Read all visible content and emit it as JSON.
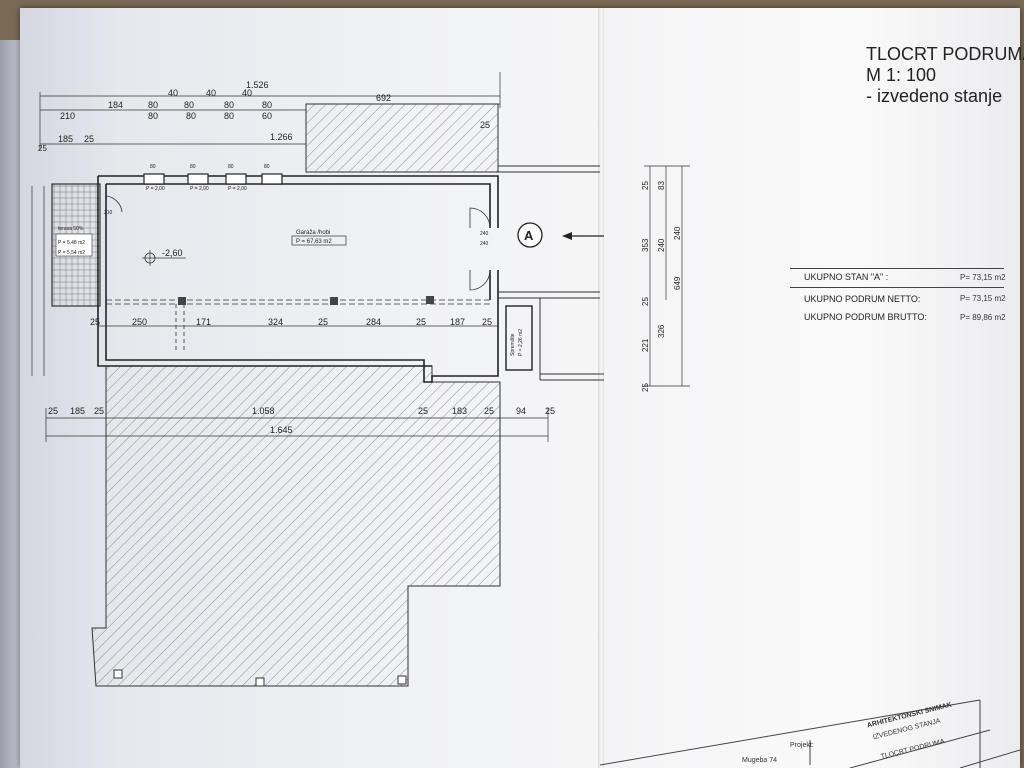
{
  "title": {
    "line1": "TLOCRT PODRUMA",
    "line2": "M 1: 100",
    "line3": "- izvedeno stanje"
  },
  "summary": [
    {
      "label": "UKUPNO STAN \"A\" :",
      "value": "P= 73,15 m2"
    },
    {
      "label": "UKUPNO PODRUM NETTO:",
      "value": "P= 73,15 m2"
    },
    {
      "label": "UKUPNO PODRUM BRUTTO:",
      "value": "P= 89,86 m2"
    }
  ],
  "dims": {
    "top_total": "1.526",
    "top_692": "692",
    "top_row": [
      "210",
      "184",
      "80",
      "40",
      "80",
      "40",
      "80",
      "40",
      "80"
    ],
    "top_row2": [
      "80",
      "80",
      "80"
    ],
    "top_60": "60",
    "top_25": "25",
    "row2": [
      "25",
      "185",
      "25"
    ],
    "row2_total": "1.266",
    "row2_25": "25",
    "mid_row": [
      "25",
      "250",
      "171",
      "324",
      "25",
      "284",
      "25",
      "187",
      "25"
    ],
    "bot_row": [
      "25",
      "185",
      "25",
      "1.058",
      "25",
      "183",
      "25",
      "94",
      "25"
    ],
    "bot_total": "1.645",
    "right_col": [
      "25",
      "83",
      "353",
      "240",
      "240",
      "649",
      "25",
      "221",
      "326",
      "25"
    ],
    "door": [
      "240",
      "240"
    ],
    "window_p": [
      "P = 2,00",
      "P = 2,00",
      "P = 2,00"
    ],
    "window_h": [
      "80",
      "80",
      "80",
      "80"
    ]
  },
  "rooms": {
    "garage_name": "Garaža /hobi",
    "garage_area": "P = 67,63 m2",
    "terrace_name": "terasa 50%",
    "terrace_area1": "P = 5,48 m2",
    "terrace_area2": "P = 5,54 m2",
    "storage_name": "Spremište",
    "storage_area": "P = 2,26 m2",
    "door_width": "210",
    "level": "-2,60",
    "section_marker": "A"
  },
  "titleblock": {
    "heading": "ARHITEKTONSKI SNIMAK",
    "subheading": "IZVEDENOG STANJA",
    "drawing": "TLOCRT PODRUMA",
    "projekt_label": "Projekt:",
    "address": "Mugeba 74"
  }
}
